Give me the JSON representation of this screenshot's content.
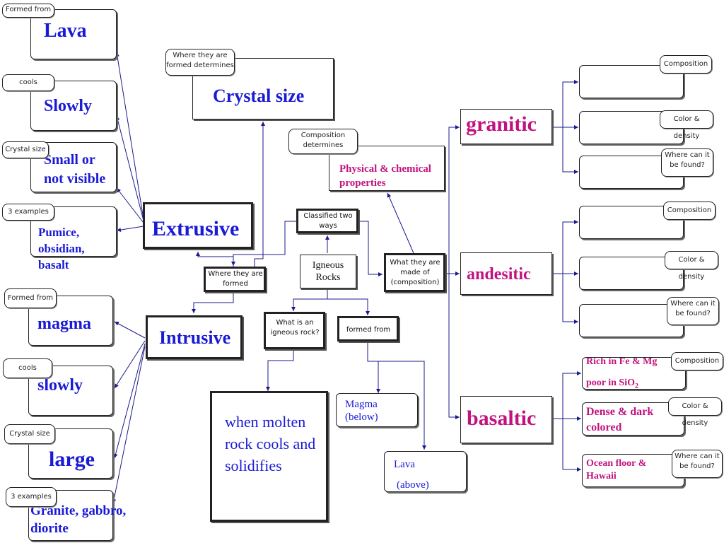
{
  "center": {
    "line1": "Igneous",
    "line2": "Rocks"
  },
  "nodes": {
    "classified": "Classified two ways",
    "where_formed": "Where they are formed",
    "what_made": "What they are made of (composition)",
    "what_is": "What is an igneous rock?",
    "formed_from": "formed from",
    "extrusive": "Extrusive",
    "intrusive": "Intrusive",
    "crystal_size": "Crystal size",
    "crystal_tag": "Where they are formed determines",
    "phys_chem": "Physical & chemical properties",
    "comp_tag": "Composition determines",
    "definition": "when molten rock cools and solidifies",
    "magma_below": "Magma (below)",
    "lava_above_1": "Lava",
    "lava_above_2": "(above)"
  },
  "extrusive_items": [
    {
      "tag": "Formed from",
      "text": "Lava"
    },
    {
      "tag": "cools",
      "text": "Slowly"
    },
    {
      "tag": "Crystal size",
      "text": "Small or not visible"
    },
    {
      "tag": "3 examples",
      "text": "Pumice, obsidian, basalt"
    }
  ],
  "intrusive_items": [
    {
      "tag": "Formed from",
      "text": "magma"
    },
    {
      "tag": "cools",
      "text": "slowly"
    },
    {
      "tag": "Crystal size",
      "text": "large"
    },
    {
      "tag": "3 examples",
      "text": "Granite, gabbro, diorite"
    }
  ],
  "types": {
    "granitic": "granitic",
    "andesitic": "andesitic",
    "basaltic": "basaltic"
  },
  "right_tags": {
    "composition": "Composition",
    "color_density": "Color & density",
    "where_found": "Where can it be found?"
  },
  "basaltic_answers": {
    "composition_1": "Rich in Fe & Mg",
    "composition_2_prefix": "poor in SiO",
    "composition_2_sub": "2",
    "color_density": "Dense & dark colored",
    "where_found": "Ocean floor & Hawaii"
  },
  "colors": {
    "blue": "#1a1ad6",
    "magenta": "#c2127f",
    "line": "#1a1a8c"
  }
}
